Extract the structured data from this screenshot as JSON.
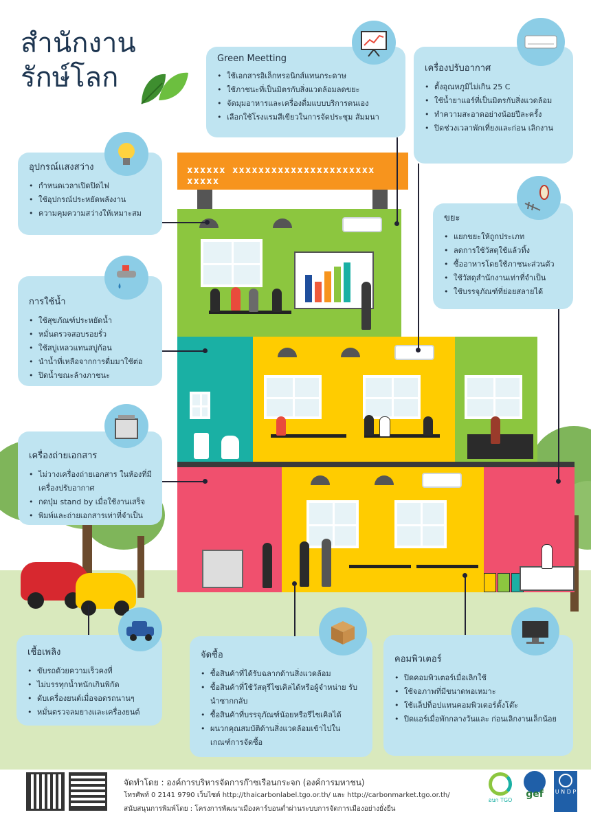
{
  "title": {
    "line1": "สำนักงาน",
    "line2": "รักษ์โลก"
  },
  "banner_text": "xxxxxx xxxxxxxxxxxxxxxxxxxxxx xxxxx",
  "panels": {
    "green_meeting": {
      "title": "Green Meetting",
      "items": [
        "ใช้เอกสารอิเล็กทรอนิกส์แทนกระดาษ",
        "ใช้ภาชนะที่เป็นมิตรกับสิ่งแวดล้อมลดขยะ",
        "จัดมุมอาหารและเครื่องดื่มแบบบริการตนเอง",
        "เลือกใช้โรงแรมสีเขียวในการจัดประชุม สัมมนา"
      ]
    },
    "aircon": {
      "title": "เครื่องปรับอากาศ",
      "items": [
        "ตั้งอุณหภูมิไม่เกิน 25 C",
        "ใช้น้ำยาแอร์ที่เป็นมิตรกับสิ่งแวดล้อม",
        "ทำความสะอาดอย่างน้อยปีละครั้ง",
        "ปิดช่วงเวลาพักเที่ยงและก่อน เลิกงาน"
      ]
    },
    "lighting": {
      "title": "อุปกรณ์แสงสว่าง",
      "items": [
        "กำหนดเวลาเปิดปิดไฟ",
        "ใช้อุปกรณ์ประหยัดพลังงาน",
        "ความคุมความสว่างให้เหมาะสม"
      ]
    },
    "waste": {
      "title": "ขยะ",
      "items": [
        "แยกขยะให้ถูกประเภท",
        "ลดการใช้วัสดุใช้แล้วทิ้ง",
        "ซื้ออาหารโดยใช้ภาชนะส่วนตัว",
        "ใช้วัสดุสำนักงานเท่าที่จำเป็น",
        "ใช้บรรจุภัณฑ์ที่ย่อยสลายได้"
      ]
    },
    "water": {
      "title": "การใช้น้ำ",
      "items": [
        "ใช้สุขภัณฑ์ประหยัดน้ำ",
        "หมั่นตรวจสอบรอยรั่ว",
        "ใช้สบู่เหลวแทนสบู่ก้อน",
        "นำน้ำที่เหลือจากการดื่มมาใช้ต่อ",
        "ปิดน้ำขณะล้างภาชนะ"
      ]
    },
    "copier": {
      "title": "เครื่องถ่ายเอกสาร",
      "items": [
        "ไม่วางเครื่องถ่ายเอกสาร ในห้องที่มีเครื่องปรับอากาศ",
        "กดปุ่ม stand by เมื่อใช้งานเสร็จ",
        "พิมพ์และถ่ายเอกสารเท่าที่จำเป็น"
      ]
    },
    "fuel": {
      "title": "เชื้อเพลิง",
      "items": [
        "ขับรถด้วยความเร็วคงที่",
        "ไม่บรรทุกน้ำหนักเกินพิกัด",
        "ดับเครื่องยนต์เมื่อจอดรถนานๆ",
        "หมั่นตรวจลมยางและเครื่องยนต์"
      ]
    },
    "procurement": {
      "title": "จัดซื้อ",
      "items": [
        "ซื้อสินค้าที่ได้รับฉลากด้านสิ่งแวดล้อม",
        "ซื้อสินค้าที่ใช้วัสดุรีไซเคิลได้หรือผู้จำหน่าย รับนำซากกลับ",
        "ซื้อสินค้าที่บรรจุภัณฑ์น้อยหรือรีไซเคิลได้",
        "ผนวกคุณสมบัติด้านสิ่งแวดล้อมเข้าไปใน เกณฑ์การจัดซื้อ"
      ]
    },
    "computer": {
      "title": "คอมพิวเตอร์",
      "items": [
        "ปิดคอมพิวเตอร์เมื่อเลิกใช้",
        "ใช้จอภาพที่มีขนาดพอเหมาะ",
        "ใช้แล็ปท็อปแทนคอมพิวเตอร์ตั้งโต๊ะ",
        "ปิดแอร์เมื่อพักกลางวันและ ก่อนเลิกงานเล็กน้อย"
      ]
    }
  },
  "footer": {
    "line1": "จัดทำโดย : องค์การบริหารจัดการก๊าซเรือนกระจก (องค์การมหาชน)",
    "line2": "โทรศัพท์ 0 2141 9790  เว็บไซต์ http://thaicarbonlabel.tgo.or.th/ และ http://carbonmarket.tgo.or.th/",
    "line3": "สนับสนุนการพิมพ์โดย : โครงการพัฒนาเมืองคาร์บอนต่ำผ่านระบบการจัดการเมืองอย่างยั่งยืน",
    "logo_tgo": "อบก TGO",
    "logo_gef": "gef",
    "logo_undp": "U N D P"
  },
  "icons": {
    "leaf": "leaf-icon",
    "chart": "chart-board-icon",
    "aircon": "air-conditioner-icon",
    "bulb": "lightbulb-icon",
    "trash": "apple-core-fish-bone-icon",
    "faucet": "faucet-icon",
    "copier": "copier-icon",
    "car": "car-icon",
    "box": "box-icon",
    "monitor": "monitor-icon"
  },
  "colors": {
    "panel": "#bfe4f1",
    "circle": "#8ccde6",
    "green_floor": "#8cc63f",
    "teal": "#1ab0a4",
    "yellow": "#ffcc00",
    "pink": "#f0506e",
    "banner": "#f7941d",
    "grass": "#d7e8b8"
  }
}
